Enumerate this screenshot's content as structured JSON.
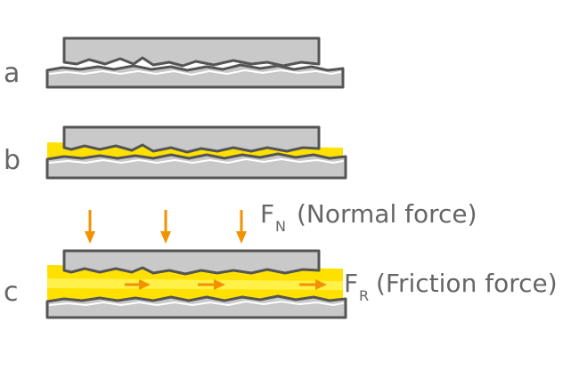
{
  "panels": [
    {
      "label": "a"
    },
    {
      "label": "b"
    },
    {
      "label": "c"
    }
  ],
  "forces": {
    "normal": {
      "symbol": "F",
      "subscript": "N",
      "text": "(Normal force)"
    },
    "friction": {
      "symbol": "F",
      "subscript": "R",
      "text": "(Friction force)"
    }
  },
  "colors": {
    "plate_fill": "#c9c9c9",
    "outline": "#555555",
    "lubricant": "#ffe100",
    "arrow": "#f39200",
    "label_text": "#666666"
  }
}
